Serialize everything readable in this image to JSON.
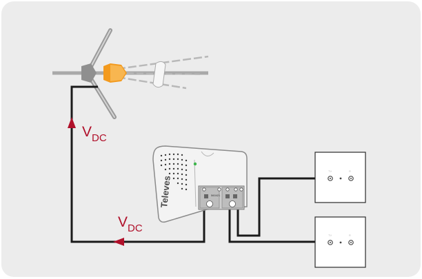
{
  "labels": {
    "vdc_upper": {
      "main": "V",
      "sub": "DC"
    },
    "vdc_lower": {
      "main": "V",
      "sub": "DC"
    }
  },
  "amplifier": {
    "brand": "Televes",
    "model_tag": "560421"
  },
  "colors": {
    "background_panel": "#ececec",
    "cable": "#1a1a1a",
    "arrow": "#b0102a",
    "antenna_accent": "#f39a1e"
  }
}
